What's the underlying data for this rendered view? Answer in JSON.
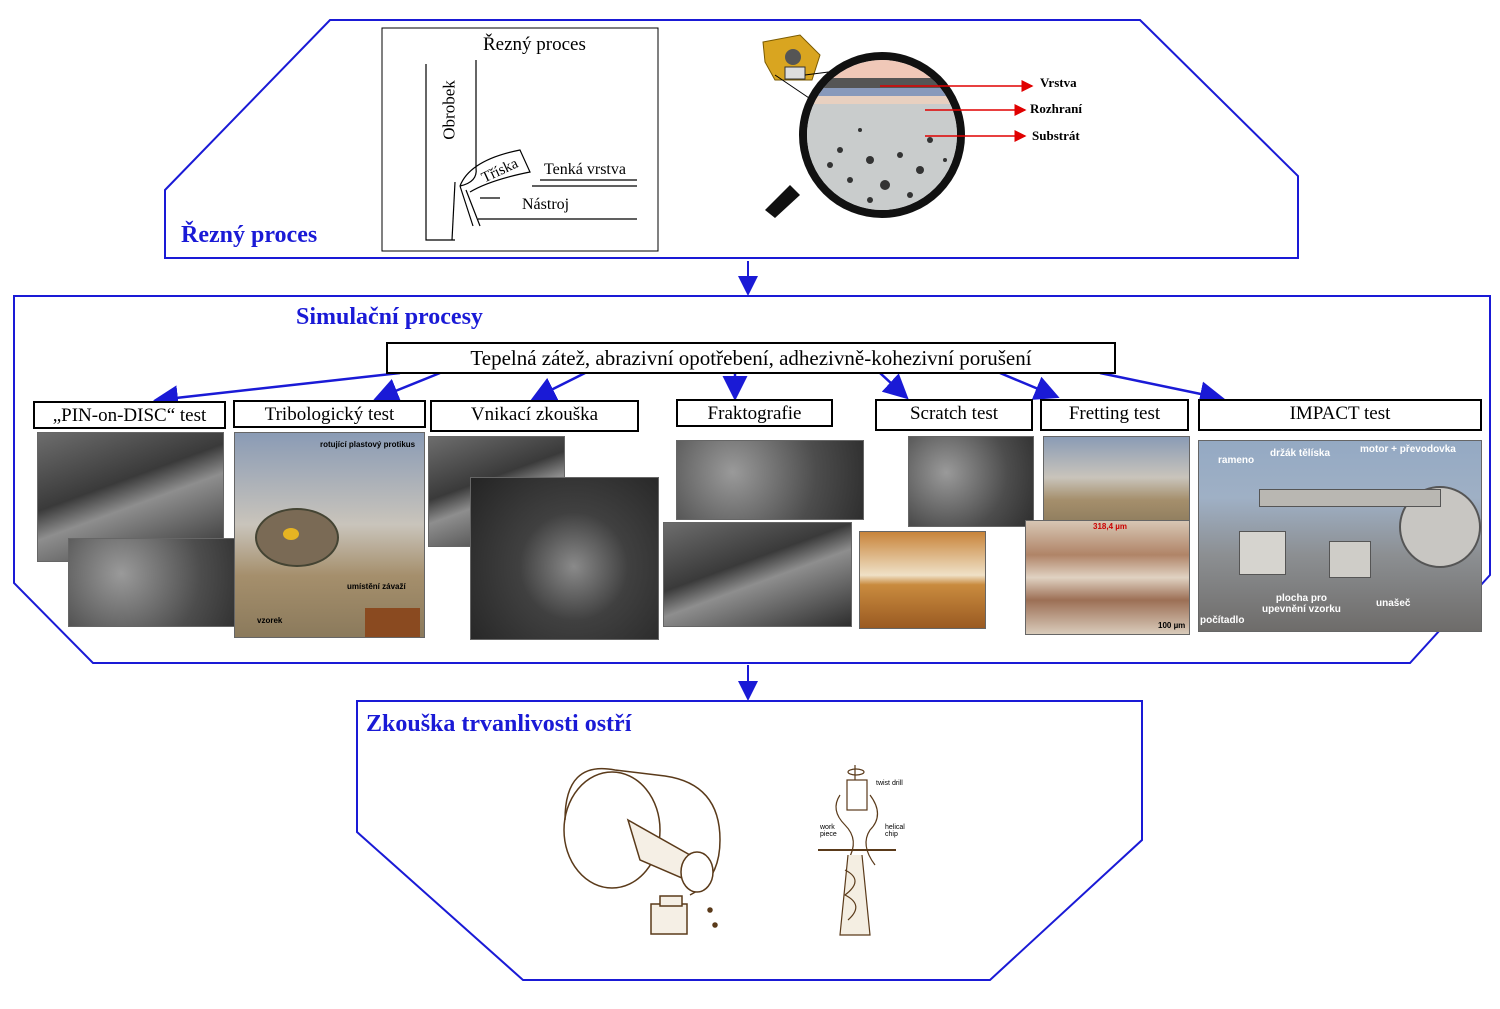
{
  "sections": {
    "cutting": {
      "title": "Řezný proces"
    },
    "simulation": {
      "title": "Simulační procesy"
    },
    "durability": {
      "title": "Zkouška trvanlivosti ostří"
    }
  },
  "cutting_diagram": {
    "title": "Řezný proces",
    "obrobek": "Obrobek",
    "triska": "Tříska",
    "tenka_vrstva": "Tenká vrstva",
    "nastroj": "Nástroj"
  },
  "coating_labels": {
    "vrstva": "Vrstva",
    "rozhrani": "Rozhraní",
    "substrat": "Substrát"
  },
  "mechanisms": "Tepelná zátež, abrazivní opotřebení, adhezivně-kohezivní porušení",
  "tests": [
    {
      "label": "„PIN-on-DISC“ test"
    },
    {
      "label": "Tribologický test"
    },
    {
      "label": "Vnikací zkouška"
    },
    {
      "label": "Fraktografie"
    },
    {
      "label": "Scratch test"
    },
    {
      "label": "Fretting test"
    },
    {
      "label": "IMPACT test"
    }
  ],
  "tribology_annotations": {
    "counterpart": "rotující plastový protikus",
    "weight": "umístění závaží",
    "sample": "vzorek"
  },
  "impact_annotations": {
    "arm": "rameno",
    "holder": "držák tělíska",
    "motor": "motor + převodovka",
    "counter": "počítadlo",
    "surface": "plocha pro\nupevnění vzorku",
    "driver": "unašeč"
  },
  "fretting_scale": "100 µm",
  "fretting_measure": "318,4 µm",
  "drill_labels": {
    "twist_drill": "twist drill",
    "work_piece": "work piece",
    "helical_chip": "helical chip"
  },
  "colors": {
    "frame": "#1a1ad6",
    "title": "#1a1ad6",
    "arrow_red": "#e00000",
    "annotation_orange": "#f0a020"
  }
}
